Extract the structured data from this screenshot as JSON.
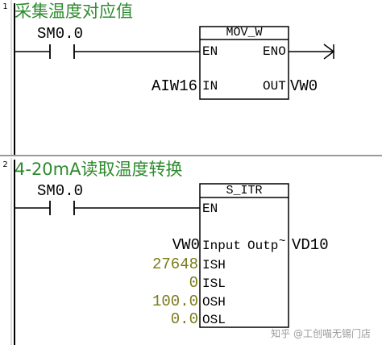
{
  "rung1": {
    "number": "1",
    "title": "采集温度对应值",
    "contact": "SM0.0",
    "block_title": "MOV_W",
    "pins": {
      "en": "EN",
      "eno": "ENO",
      "in": "IN",
      "out": "OUT"
    },
    "in_operand": "AIW16",
    "out_operand": "VW0"
  },
  "rung2": {
    "number": "2",
    "title": "4-20mA读取温度转换",
    "contact": "SM0.0",
    "block_title": "S_ITR",
    "pins": {
      "en": "EN",
      "input": "Input",
      "outp": "Outp",
      "ish": "ISH",
      "isl": "ISL",
      "osh": "OSH",
      "osl": "OSL"
    },
    "input_operand": "VW0",
    "output_operand": "VD10",
    "ish_value": "27648",
    "isl_value": "0",
    "osh_value": "100.0",
    "osl_value": "0.0"
  },
  "watermark": "知乎 @工创喵无锡门店"
}
